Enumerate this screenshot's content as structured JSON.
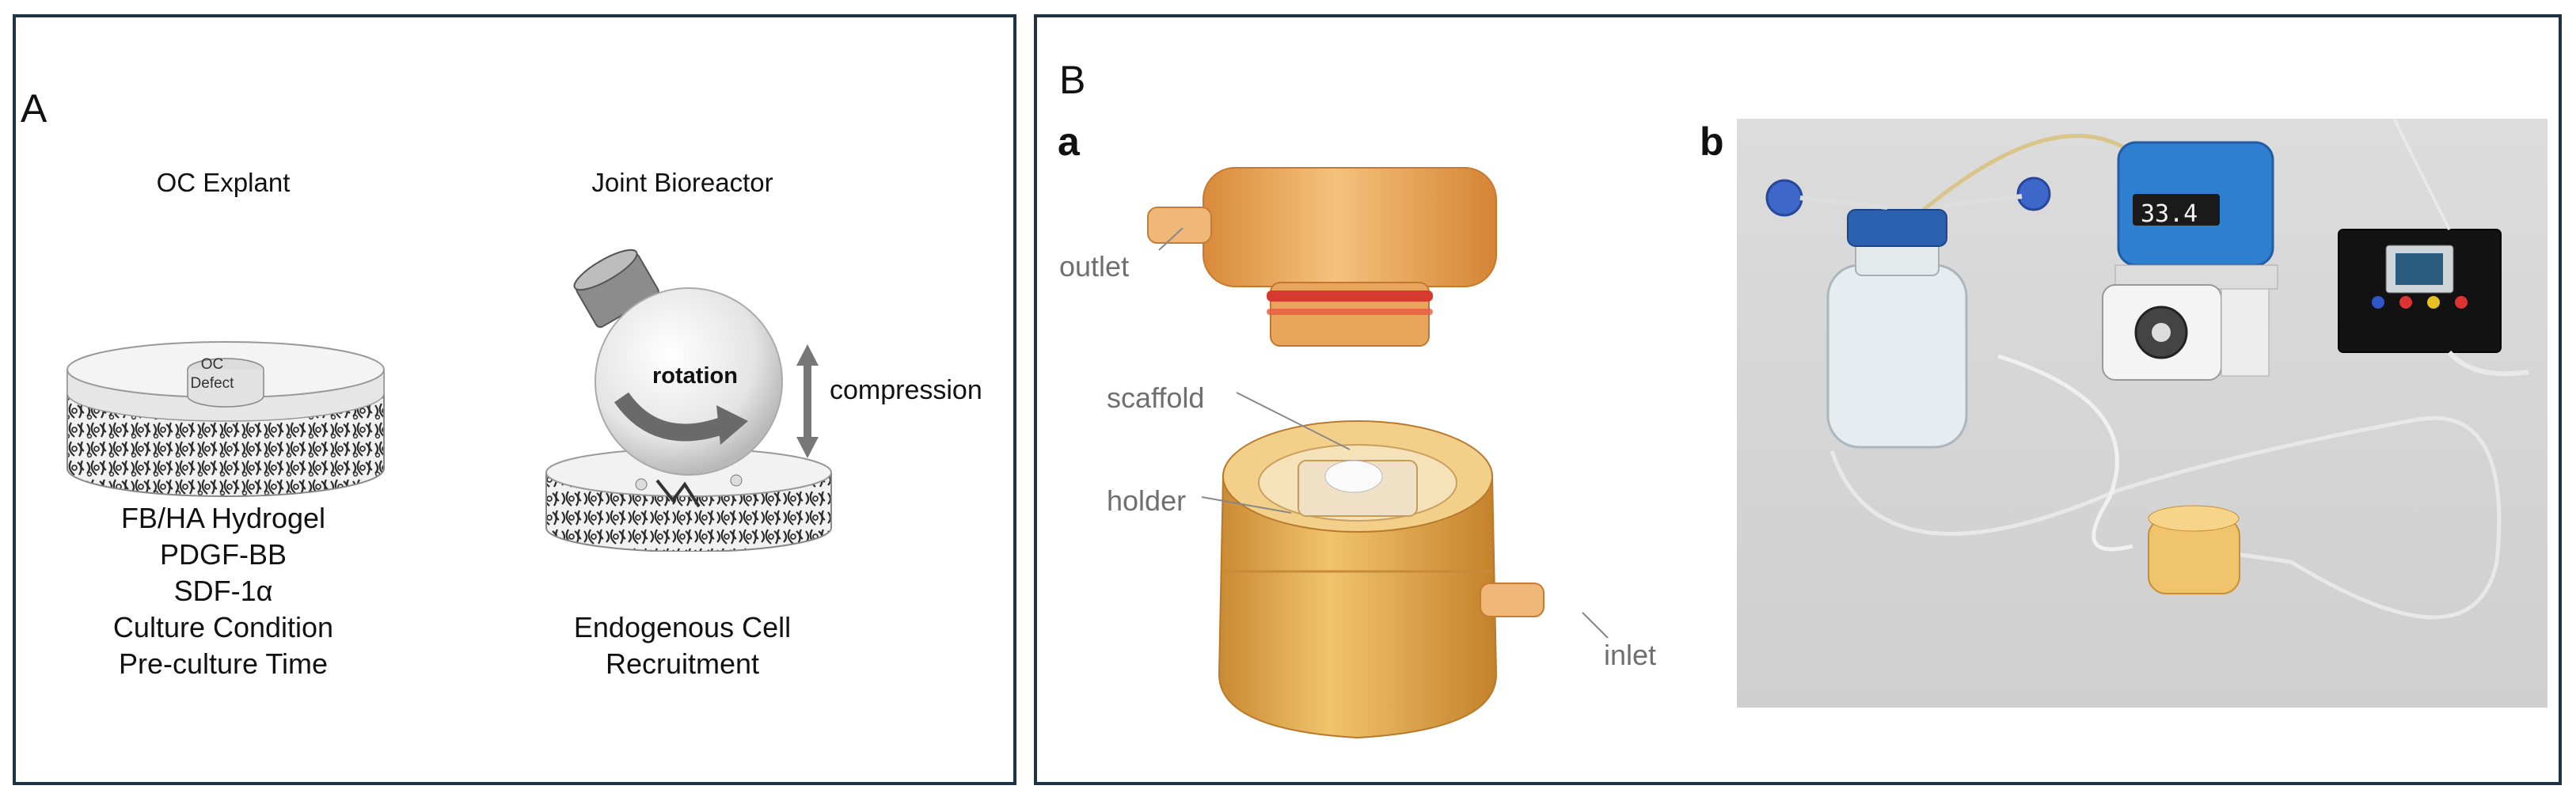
{
  "panel_a": {
    "letter": "A",
    "explant": {
      "title": "OC Explant",
      "defect_label_line1": "OC",
      "defect_label_line2": "Defect",
      "params": [
        "FB/HA Hydrogel",
        "PDGF-BB",
        "SDF-1α",
        "Culture Condition",
        "Pre-culture Time"
      ]
    },
    "bioreactor": {
      "title": "Joint Bioreactor",
      "rotation_label": "rotation",
      "compression_label": "compression",
      "outcome": [
        "Endogenous Cell",
        "Recruitment"
      ]
    }
  },
  "panel_b": {
    "letter": "B",
    "sub_a": {
      "letter": "a",
      "labels": {
        "outlet": "outlet",
        "scaffold": "scaffold",
        "holder": "holder",
        "inlet": "inlet"
      }
    },
    "sub_b": {
      "letter": "b",
      "pump_display": "33.4"
    }
  },
  "colors": {
    "border": "#1f3345",
    "amber": "#e9a95c",
    "pump_blue": "#2f7fd1"
  }
}
